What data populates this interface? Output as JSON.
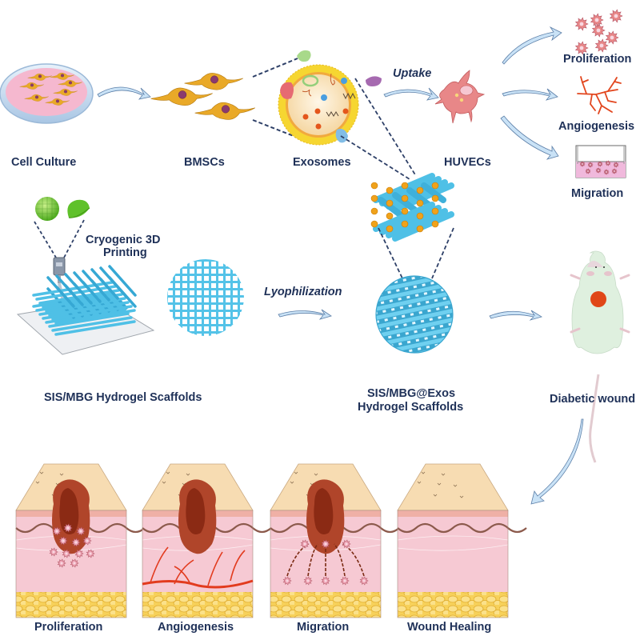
{
  "diagram": {
    "title": "SIS/MBG@Exos hydrogel scaffold workflow for diabetic wound healing",
    "colors": {
      "text": "#1f3158",
      "arrow_fill": "#c9e2f6",
      "arrow_stroke": "#5c7fa8",
      "cell_orange": "#e9a928",
      "nucleus_purple": "#8a3a6e",
      "scaffold_blue": "#4fc0e6",
      "node_orange": "#f0a21a",
      "huvec_pink": "#e88788",
      "vessel_red": "#e23b1e",
      "epidermis": "#f7dcb2",
      "dermis": "#f6c9d3",
      "fat": "#f7d15a",
      "wound_brown": "#8b2a14",
      "petri_pink": "#f5b8cf",
      "mouse_green": "#dff0df",
      "wound_red": "#e04617"
    },
    "top_row": {
      "cell_culture": "Cell Culture",
      "bmscs": "BMSCs",
      "exosomes": "Exosomes",
      "uptake": "Uptake",
      "huvecs": "HUVECs",
      "proliferation": "Proliferation",
      "angiogenesis": "Angiogenesis",
      "migration": "Migration"
    },
    "middle_row": {
      "printing_line1": "Cryogenic 3D",
      "printing_line2": "Printing",
      "lyophilization": "Lyophilization",
      "scaffold_label": "SIS/MBG Hydrogel Scaffolds",
      "exos_scaffold_line1": "SIS/MBG@Exos",
      "exos_scaffold_line2": "Hydrogel Scaffolds",
      "diabetic_wound": "Diabetic wound"
    },
    "bottom_row": {
      "panels": [
        {
          "label": "Proliferation",
          "variant": "proliferation"
        },
        {
          "label": "Angiogenesis",
          "variant": "angiogenesis"
        },
        {
          "label": "Migration",
          "variant": "migration"
        },
        {
          "label": "Wound Healing",
          "variant": "healed"
        }
      ]
    }
  }
}
